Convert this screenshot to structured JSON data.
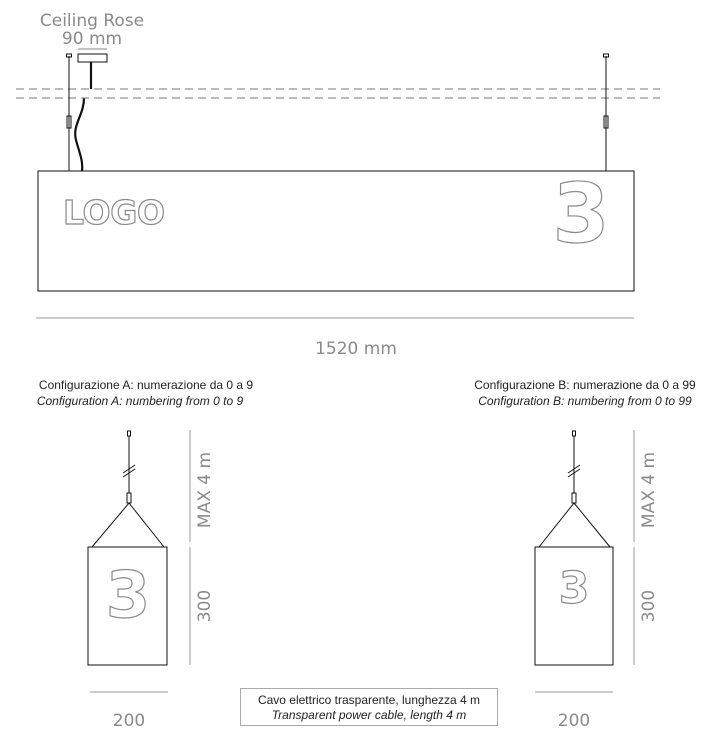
{
  "ceiling_rose": {
    "label": "Ceiling Rose",
    "width": "90 mm"
  },
  "main_sign": {
    "logo": "LOGO",
    "number": "3",
    "length": "1520 mm"
  },
  "config_a": {
    "title_it": "Configurazione A: numerazione da 0 a 9",
    "title_en": "Configuration A: numbering from 0 to 9",
    "number": "3",
    "max_height": "MAX 4 m",
    "height": "300",
    "width": "200"
  },
  "config_b": {
    "title_it": "Configurazione B: numerazione da 0 a 99",
    "title_en": "Configuration B: numbering from 0 to 99",
    "number": "3",
    "max_height": "MAX 4 m",
    "height": "300",
    "width": "200"
  },
  "cable_note": {
    "it": "Cavo elettrico trasparente, lunghezza 4 m",
    "en": "Transparent power cable, length 4 m"
  }
}
